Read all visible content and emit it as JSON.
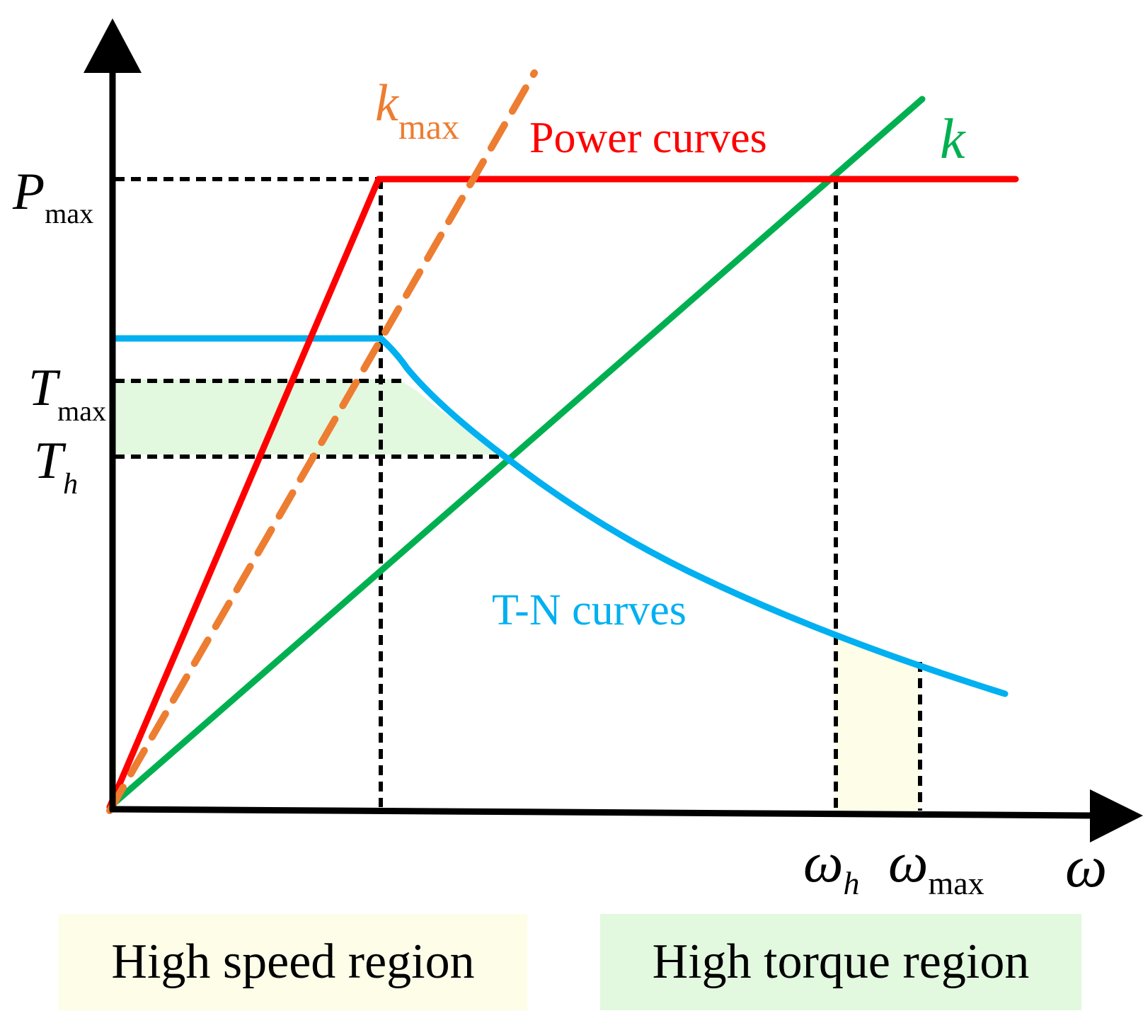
{
  "labels": {
    "k_max": "k",
    "k_max_sub": "max",
    "power_curves": "Power curves",
    "k": "k",
    "p_max": "P",
    "p_max_sub": "max",
    "t_max": "T",
    "t_max_sub": "max",
    "t_h": "T",
    "t_h_sub": "h",
    "tn_curves": "T-N curves",
    "omega_h": "ω",
    "omega_h_sub": "h",
    "omega_max": "ω",
    "omega_max_sub": "max",
    "omega_axis": "ω"
  },
  "regions": {
    "high_speed": "High speed region",
    "high_torque": "High torque region"
  },
  "colors": {
    "power": "#ff0000",
    "k_max": "#ed7d31",
    "k": "#00b050",
    "tn": "#00b0f0",
    "speed_fill": "#fdfde8",
    "torque_fill": "#e2f8df"
  }
}
